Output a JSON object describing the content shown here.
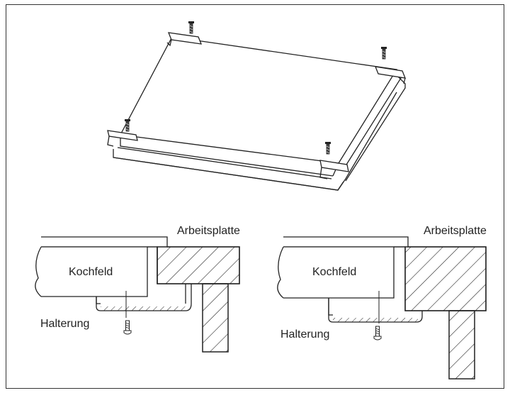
{
  "diagram": {
    "left_detail": {
      "countertop_label": "Arbeitsplatte",
      "hob_label": "Kochfeld",
      "bracket_label": "Halterung"
    },
    "right_detail": {
      "countertop_label": "Arbeitsplatte",
      "hob_label": "Kochfeld",
      "bracket_label": "Halterung"
    }
  }
}
